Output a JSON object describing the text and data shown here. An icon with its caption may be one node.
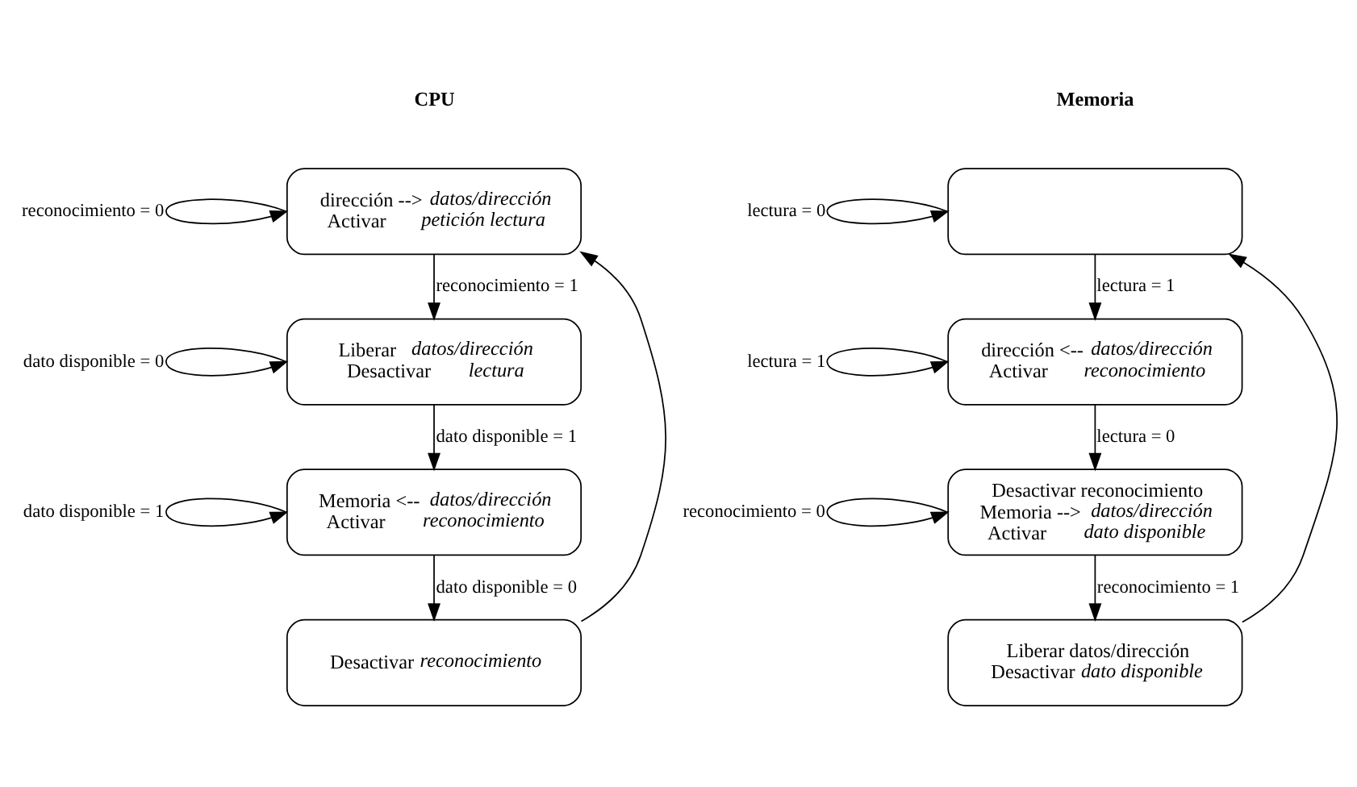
{
  "diagram": {
    "nodes": [
      {
        "text": [
          "dirección --> *datos/dirección*",
          "Activar *petición lectura*"
        ]
      },
      {
        "text": [
          "Liberar  *datos/dirección*",
          "Desactivar *lectura*"
        ]
      },
      {
        "text": [
          "Memoria <-- *datos/dirección*",
          "Activar *reconocimiento*"
        ]
      },
      {
        "text": [
          "Desactivar *reconocimiento*"
        ]
      },
      {
        "text": [],
        "shape": "box"
      },
      {
        "text": [
          "dirección <-- *datos/dirección*",
          "Activar *reconocimiento*"
        ]
      },
      {
        "text": [
          "Desactivar reconocimiento",
          "Memoria --> *datos/dirección*",
          "Activar *dato disponible*"
        ]
      },
      {
        "text": [
          "Liberar datos/dirección",
          "Desactivar *dato disponible*"
        ]
      }
    ],
    "edges": [
      {
        "from": 0,
        "to": 0,
        "arrow": "to",
        "label": "reconocimiento = 0"
      },
      {
        "from": 0,
        "to": 1,
        "arrow": "to",
        "label": "reconocimiento = 1"
      },
      {
        "from": 1,
        "to": 1,
        "arrow": "to",
        "label": "dato disponible = 0"
      },
      {
        "from": 1,
        "to": 2,
        "arrow": "to",
        "label": "dato disponible = 1"
      },
      {
        "from": 2,
        "to": 2,
        "arrow": "to",
        "label": "dato disponible = 1"
      },
      {
        "from": 2,
        "to": 3,
        "arrow": "to",
        "label": "dato disponible = 0"
      },
      {
        "from": 3,
        "to": 0,
        "arrow": "to"
      },
      {
        "from": 4,
        "to": 4,
        "arrow": "to",
        "label": "lectura = 0"
      },
      {
        "from": 4,
        "to": 5,
        "arrow": "to",
        "label": "lectura = 1"
      },
      {
        "from": 5,
        "to": 5,
        "arrow": "to",
        "label": "lectura = 1"
      },
      {
        "from": 5,
        "to": 6,
        "arrow": "to",
        "label": "lectura = 0"
      },
      {
        "from": 6,
        "to": 6,
        "arrow": "to",
        "label": "reconocimiento = 0"
      },
      {
        "from": 6,
        "to": 7,
        "arrow": "to",
        "label": "reconocimiento = 1"
      },
      {
        "from": 7,
        "to": 4,
        "arrow": "to"
      }
    ],
    "labels": [
      "CPU",
      "Memoria"
    ]
  }
}
